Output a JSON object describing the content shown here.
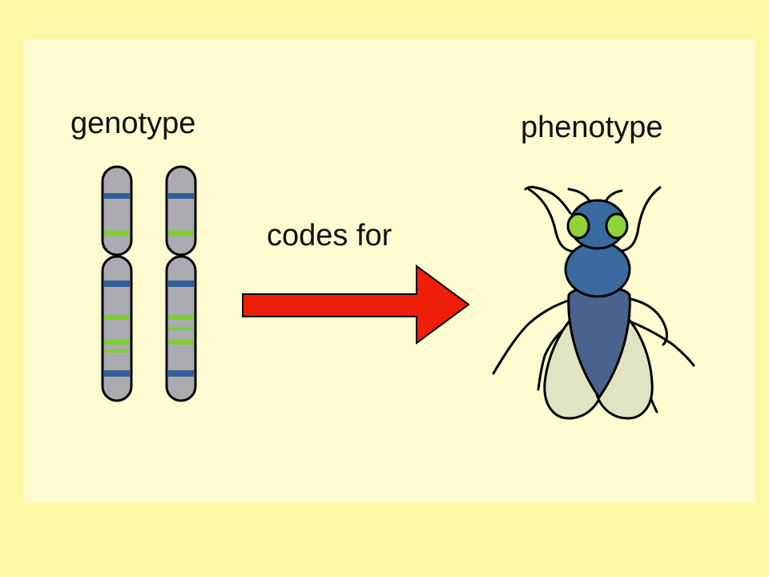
{
  "labels": {
    "genotype": "genotype",
    "arrow": "codes for",
    "phenotype": "phenotype"
  },
  "colors": {
    "slide_background": "#fdf8a4",
    "panel_background": "#fdfbcf",
    "chromosome_body": "#a9abb1",
    "chromosome_band_blue": "#2f5f9a",
    "chromosome_band_green": "#7fcf2a",
    "arrow": "#ee1e08",
    "fly_body": "#3b6aa0",
    "fly_abdomen": "#49638c",
    "fly_eye": "#8fd23a",
    "fly_wing": "#e3e2c3"
  },
  "icons": {
    "chromosomes": "chromosome-pair-icon",
    "arrow": "right-arrow-icon",
    "organism": "fruit-fly-icon"
  }
}
